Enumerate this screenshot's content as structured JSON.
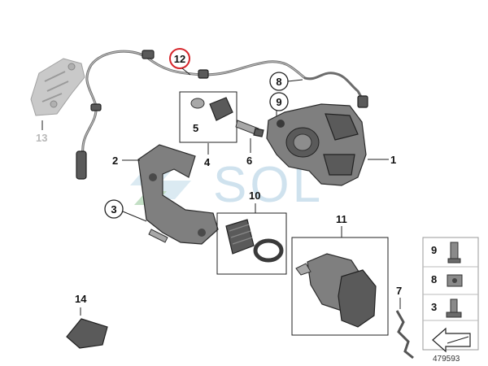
{
  "diagram": {
    "callouts": {
      "c1": "1",
      "c2": "2",
      "c3": "3",
      "c4": "4",
      "c5": "5",
      "c6": "6",
      "c7": "7",
      "c8": "8",
      "c9": "9",
      "c10": "10",
      "c11": "11",
      "c12": "12",
      "c13": "13",
      "c14": "14"
    },
    "legend": {
      "l9": "9",
      "l8": "8",
      "l3": "3"
    },
    "watermark": "SOL",
    "diagram_number": "479593",
    "colors": {
      "highlight_circle": "#d6262c",
      "watermark": "#cfe2ee",
      "part_fill": "#7f7f7f",
      "ghost_part": "#c9c9c9"
    },
    "icons": [
      "brake-caliper-icon",
      "caliper-carrier-icon",
      "brake-pad-set-icon",
      "wear-sensor-icon",
      "pin-icon",
      "bolt-icon",
      "bellows-icon",
      "repair-kit-icon",
      "spring-clip-icon",
      "wedge-arrow-icon"
    ]
  }
}
